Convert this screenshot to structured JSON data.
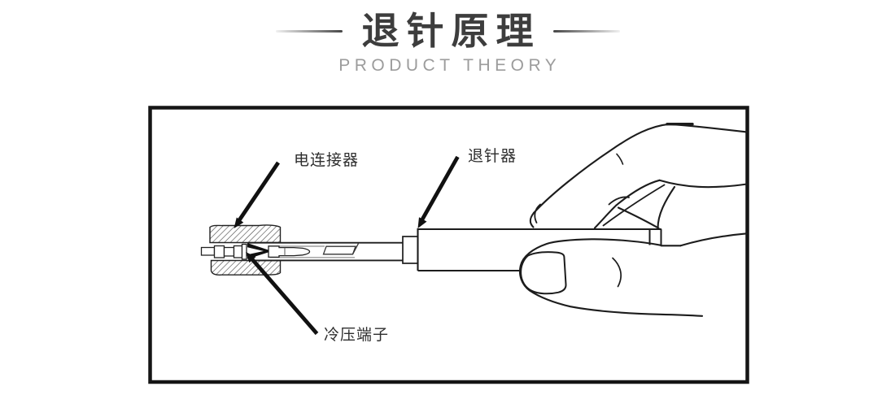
{
  "header": {
    "title": "退针原理",
    "subtitle": "PRODUCT THEORY"
  },
  "diagram": {
    "labels": {
      "connector": "电连接器",
      "extractor": "退针器",
      "terminal": "冷压端子"
    },
    "colors": {
      "outline": "#1c1c1c",
      "arrow": "#111111",
      "hatch": "#4a4a4a",
      "bore_line": "#8a8a8a",
      "title_text": "#3d3d3d",
      "subtitle_text": "#9c9c9c",
      "frame": "#151515",
      "background": "#ffffff"
    }
  }
}
